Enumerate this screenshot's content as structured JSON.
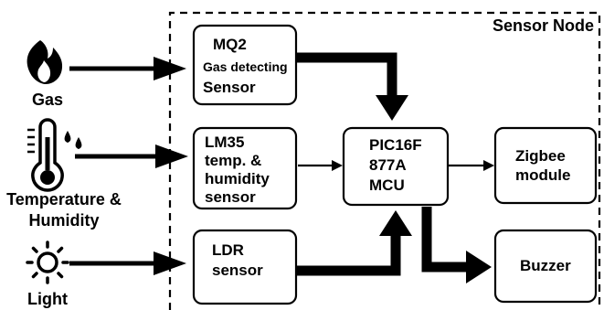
{
  "region": {
    "title": "Sensor Node"
  },
  "inputs": {
    "gas": "Gas",
    "temperature": [
      "Temperature &",
      "Humidity"
    ],
    "light": "Light"
  },
  "blocks": {
    "mq2": [
      "MQ2",
      "Gas detecting",
      "Sensor"
    ],
    "lm35": [
      "LM35",
      "temp. &",
      "humidity",
      "sensor"
    ],
    "ldr": [
      "LDR",
      "sensor"
    ],
    "mcu": [
      "PIC16F",
      "877A",
      "MCU"
    ],
    "zigbee": [
      "Zigbee",
      "module"
    ],
    "buzzer": [
      "Buzzer"
    ]
  },
  "icons": {
    "gas": "flame-icon",
    "temperature": "thermometer-icon",
    "humidity": "water-drops-icon",
    "light": "sun-icon"
  }
}
